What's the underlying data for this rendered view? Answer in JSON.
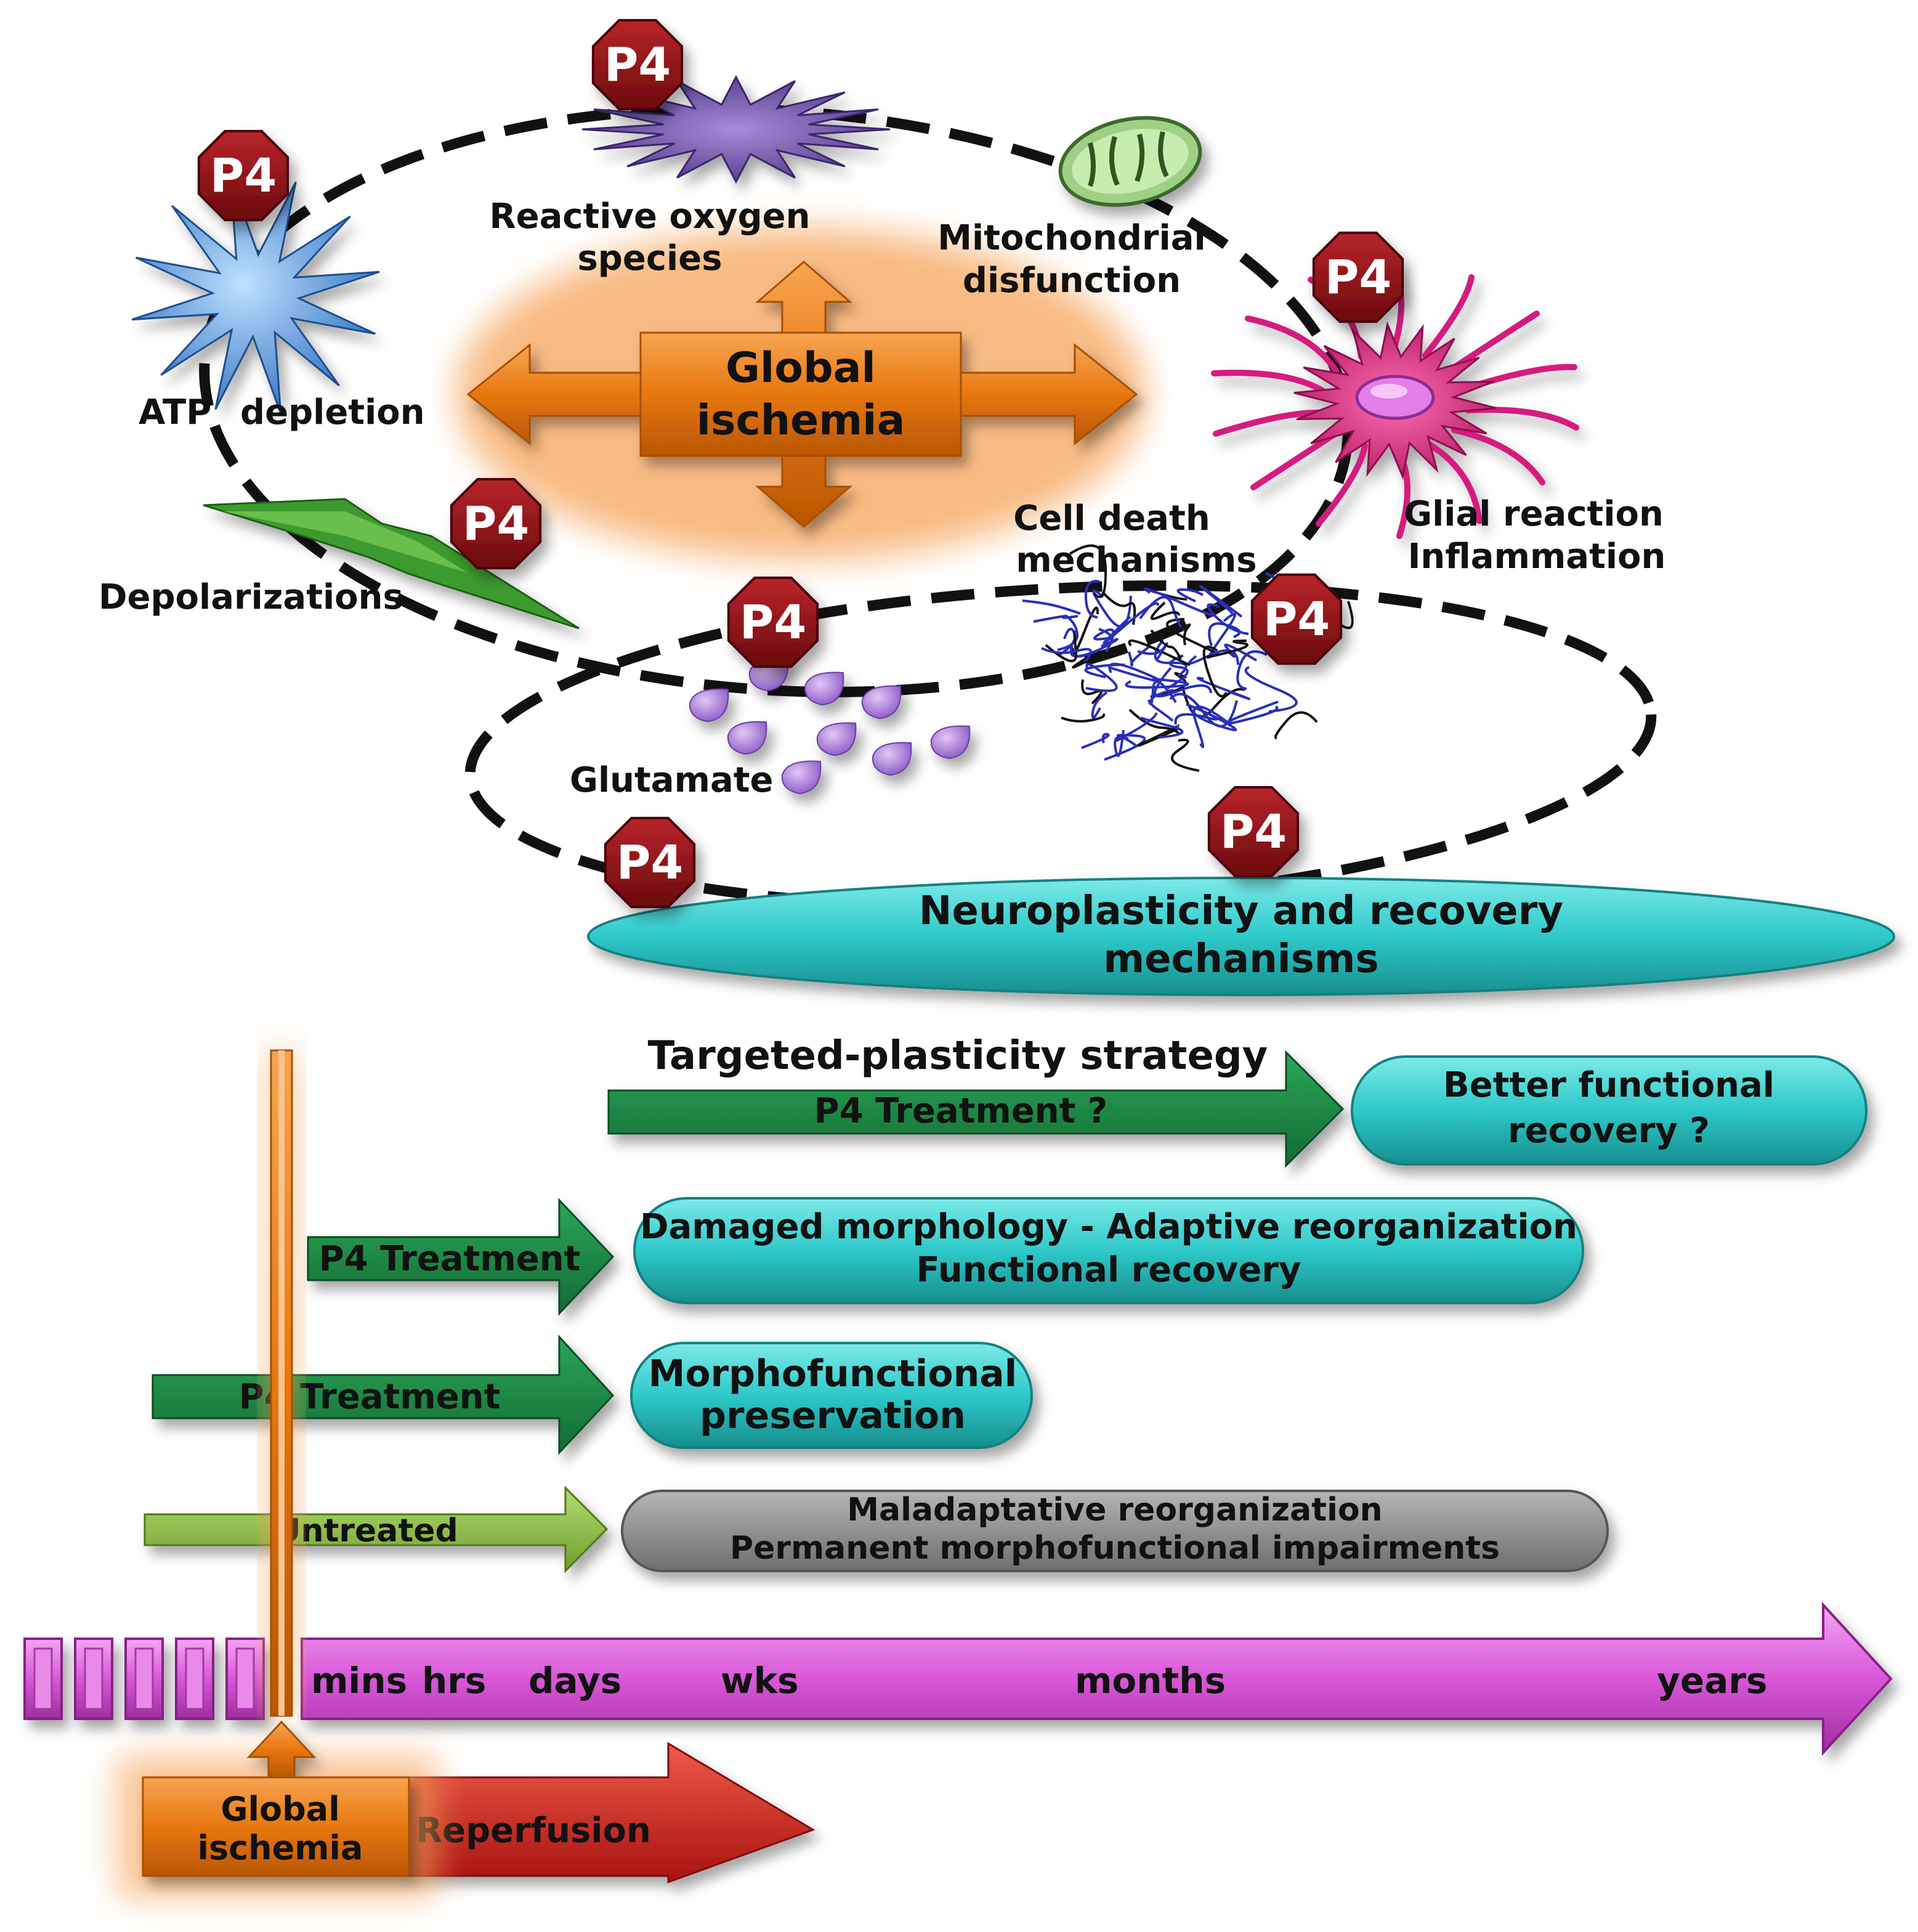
{
  "colors": {
    "stop_red": "#8b0e12",
    "orange": "#e8770f",
    "green": "#1e8a44",
    "light_green": "#8fc24a",
    "cyan": "#2ec9c9",
    "gray": "#8c8c8c",
    "magenta": "#d957d9",
    "reperfusion_red": "#d4221c"
  },
  "icons": {
    "p4_marker": "stop-sign-octagon",
    "atp": "blue-starburst",
    "ros": "purple-starburst",
    "mito": "mitochondrion",
    "glia": "pink-glial-cell",
    "depol": "green-lightning",
    "glutamate": "purple-droplets",
    "cell_death": "tangled-fibers"
  },
  "cycle": {
    "p4_badge": "P4",
    "atp_depletion": {
      "l1": "ATP",
      "l2": "depletion"
    },
    "reactive_oxygen": {
      "l1": "Reactive oxygen",
      "l2": "species"
    },
    "mitochondrial": {
      "l1": "Mitochondrial",
      "l2": "disfunction"
    },
    "glial": {
      "l1": "Glial reaction",
      "l2": "Inflammation"
    },
    "cell_death": {
      "l1": "Cell death",
      "l2": "mechanisms"
    },
    "glutamate": "Glutamate",
    "depolarizations": "Depolarizations",
    "center": {
      "l1": "Global",
      "l2": "ischemia"
    },
    "neuroplasticity": {
      "l1": "Neuroplasticity and recovery",
      "l2": "mechanisms"
    }
  },
  "treatments": {
    "strategy_title": "Targeted-plasticity strategy",
    "row1_arrow": "P4 Treatment ?",
    "row1_result": {
      "l1": "Better functional",
      "l2": "recovery ?"
    },
    "row2_arrow": "P4 Treatment",
    "row2_result": {
      "l1": "Damaged morphology - Adaptive reorganization",
      "l2": "Functional recovery"
    },
    "row3_arrow": "P4 Treatment",
    "row3_result": {
      "l1": "Morphofunctional",
      "l2": "preservation"
    },
    "row4_arrow": "Untreated",
    "row4_result": {
      "l1": "Maladaptative reorganization",
      "l2": "Permanent morphofunctional impairments"
    }
  },
  "timeline": {
    "labels": [
      "mins",
      "hrs",
      "days",
      "wks",
      "months",
      "years"
    ],
    "event_ischemia": {
      "l1": "Global",
      "l2": "ischemia"
    },
    "event_reperfusion": "Reperfusion"
  }
}
